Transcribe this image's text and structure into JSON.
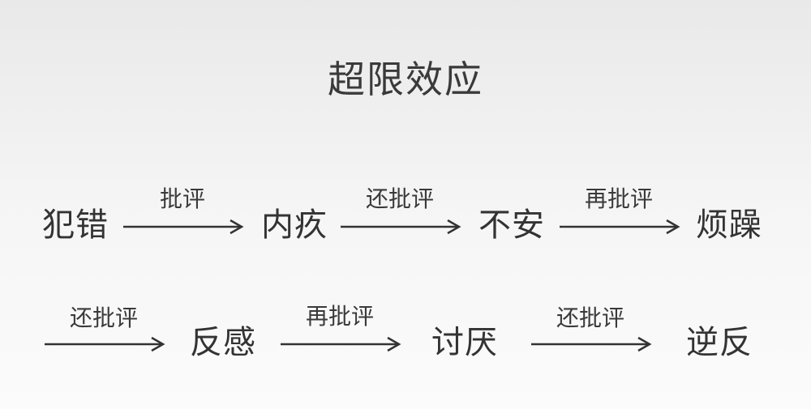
{
  "title": "超限效应",
  "rows": [
    {
      "start": "犯错",
      "steps": [
        {
          "label": "批评",
          "target": "内疚"
        },
        {
          "label": "还批评",
          "target": "不安"
        },
        {
          "label": "再批评",
          "target": "烦躁"
        }
      ]
    },
    {
      "start": "",
      "steps": [
        {
          "label": "还批评",
          "target": "反感"
        },
        {
          "label": "再批评",
          "target": "讨厌"
        },
        {
          "label": "还批评",
          "target": "逆反"
        }
      ]
    }
  ],
  "colors": {
    "text": "#333333",
    "arrow": "#333333"
  }
}
